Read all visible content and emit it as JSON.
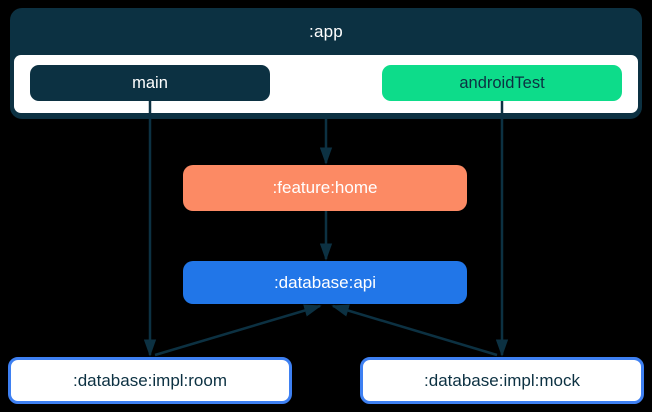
{
  "colors": {
    "background": "#000000",
    "navy": "#0c3142",
    "green": "#0ddc8a",
    "coral": "#fc8a64",
    "blue": "#2176e8",
    "impl_box_border": "#3e80f2",
    "white": "#ffffff"
  },
  "diagram": {
    "app_group": {
      "title": ":app",
      "source_sets": [
        {
          "id": "main",
          "label": "main",
          "color": "#0c3142"
        },
        {
          "id": "androidTest",
          "label": "androidTest",
          "color": "#0ddc8a"
        }
      ]
    },
    "nodes": [
      {
        "id": "feature-home",
        "label": ":feature:home",
        "color": "#fc8a64"
      },
      {
        "id": "database-api",
        "label": ":database:api",
        "color": "#2176e8"
      },
      {
        "id": "database-impl-room",
        "label": ":database:impl:room",
        "color": "#ffffff"
      },
      {
        "id": "database-impl-mock",
        "label": ":database:impl:mock",
        "color": "#ffffff"
      }
    ],
    "edges": [
      {
        "from": ":app",
        "to": ":feature:home"
      },
      {
        "from": "main",
        "to": ":database:impl:room"
      },
      {
        "from": "androidTest",
        "to": ":database:impl:mock"
      },
      {
        "from": ":feature:home",
        "to": ":database:api"
      },
      {
        "from": ":database:impl:room",
        "to": ":database:api"
      },
      {
        "from": ":database:impl:mock",
        "to": ":database:api"
      }
    ]
  }
}
